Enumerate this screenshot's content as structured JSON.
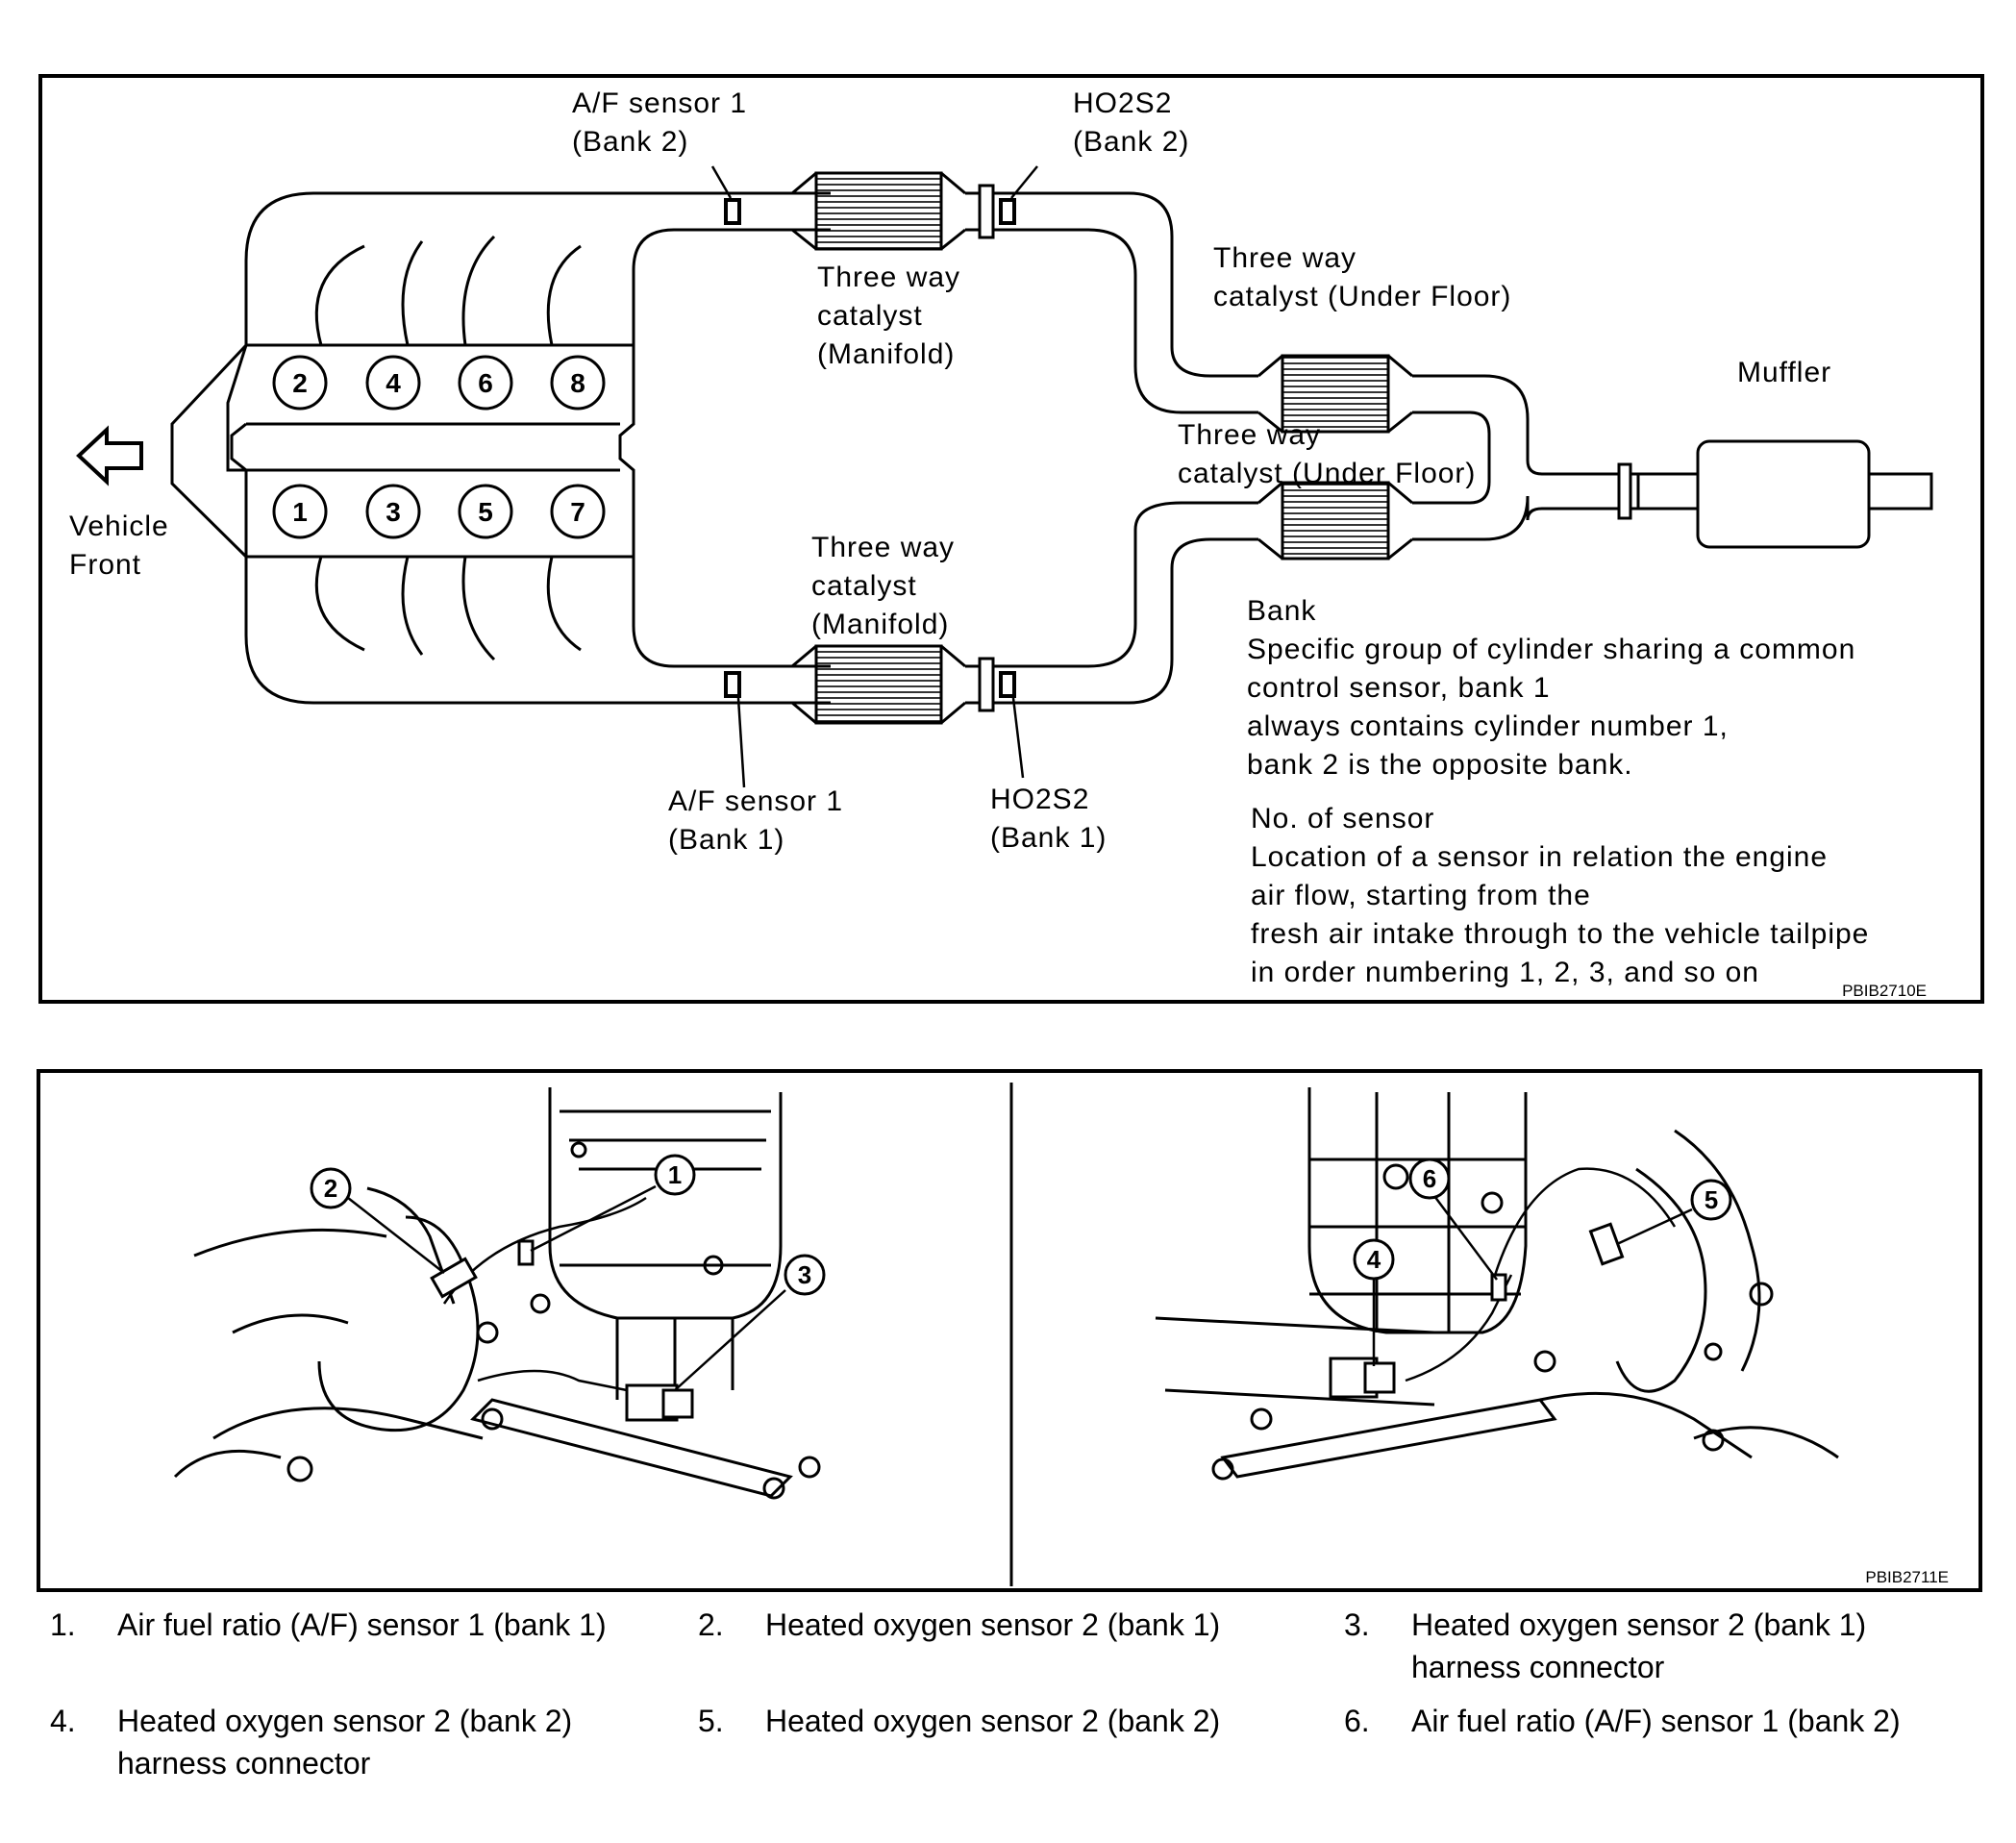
{
  "top_diagram": {
    "af_sensor_bank2": [
      "A/F sensor 1",
      "(Bank 2)"
    ],
    "ho2s2_bank2": [
      "HO2S2",
      "(Bank 2)"
    ],
    "twc_manifold_upper": [
      "Three way",
      "catalyst",
      "(Manifold)"
    ],
    "twc_underfloor_upper": [
      "Three way",
      "catalyst (Under Floor)"
    ],
    "muffler": "Muffler",
    "twc_underfloor_lower": [
      "Three way",
      "catalyst (Under Floor)"
    ],
    "twc_manifold_lower": [
      "Three way",
      "catalyst",
      "(Manifold)"
    ],
    "af_sensor_bank1": [
      "A/F sensor 1",
      "(Bank 1)"
    ],
    "ho2s2_bank1": [
      "HO2S2",
      "(Bank 1)"
    ],
    "vehicle_front": [
      "Vehicle",
      "Front"
    ],
    "cylinders_top": [
      "2",
      "4",
      "6",
      "8"
    ],
    "cylinders_bottom": [
      "1",
      "3",
      "5",
      "7"
    ],
    "bank_note": [
      "Bank",
      "Specific group of cylinder sharing a common",
      "control sensor, bank 1",
      "always contains cylinder number 1,",
      "bank 2 is the opposite bank."
    ],
    "sensor_note": [
      "No. of sensor",
      "Location of a sensor in relation the engine",
      "air flow, starting from the",
      "fresh air intake through to the vehicle tailpipe",
      "in order numbering 1, 2, 3, and so on"
    ],
    "code": "PBIB2710E"
  },
  "bottom_diagram": {
    "callouts": [
      "1",
      "2",
      "3",
      "4",
      "5",
      "6"
    ],
    "code": "PBIB2711E"
  },
  "legend": [
    {
      "num": "1.",
      "text": "Air fuel ratio (A/F) sensor 1 (bank 1)"
    },
    {
      "num": "2.",
      "text": "Heated oxygen sensor 2 (bank 1)"
    },
    {
      "num": "3.",
      "text": "Heated oxygen sensor 2 (bank 1)\nharness connector"
    },
    {
      "num": "4.",
      "text": "Heated oxygen sensor 2 (bank 2)\nharness connector"
    },
    {
      "num": "5.",
      "text": "Heated oxygen sensor 2 (bank 2)"
    },
    {
      "num": "6.",
      "text": "Air fuel ratio (A/F) sensor 1 (bank 2)"
    }
  ]
}
